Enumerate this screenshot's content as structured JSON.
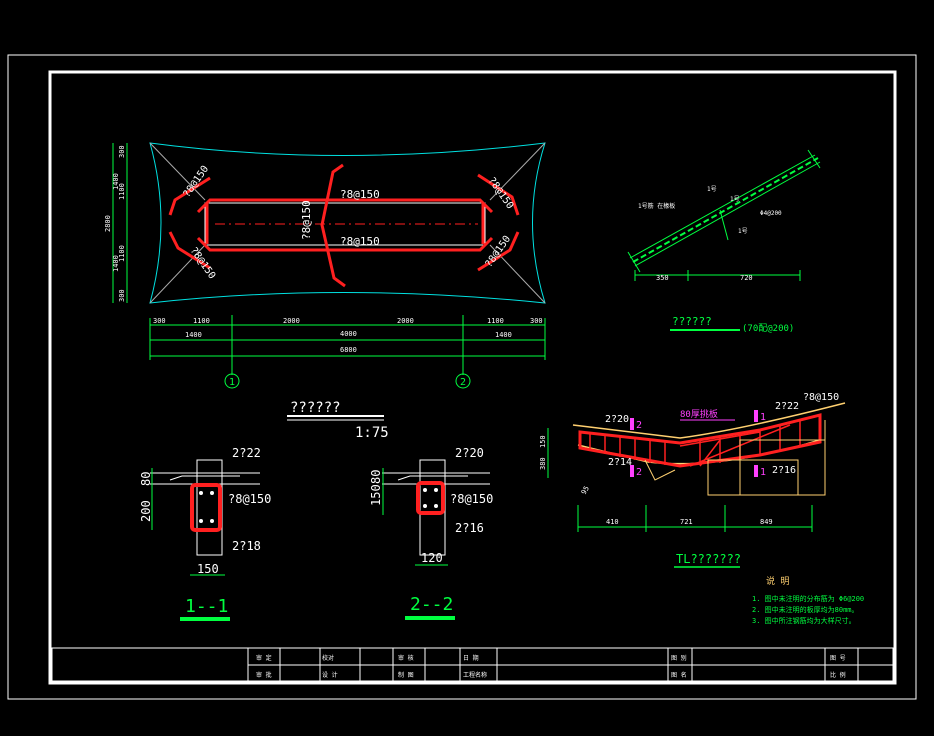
{
  "plan": {
    "title": "??????",
    "scale": "1:75",
    "rebar_top": "?8@150",
    "rebar_bottom": "?8@150",
    "rebar_mid": "?8@150",
    "corner_rebar": "?8@150",
    "dims_top": [
      "300",
      "1100",
      "2000",
      "4000",
      "2000",
      "1100",
      "300"
    ],
    "dims_row2": [
      "1400",
      "1400"
    ],
    "dim_total": "6800",
    "dims_left": [
      "300",
      "1400",
      "1100",
      "2800",
      "1100",
      "1400",
      "300"
    ],
    "axis_1": "1",
    "axis_2": "2"
  },
  "detail_small": {
    "title": "??????",
    "subtitle": "(70配@200)",
    "dims": [
      "350",
      "720"
    ],
    "label_a": "1号",
    "label_b": "1号筋 在椽板",
    "label_c": "1号",
    "label_d": "Φ4@200",
    "label_e": "1号"
  },
  "section1": {
    "title": "1--1",
    "top_bar": "2?22",
    "stirrup": "?8@150",
    "bottom_bar": "2?18",
    "dim_w": "150",
    "dim_h1": "80",
    "dim_h2": "200"
  },
  "section2": {
    "title": "2--2",
    "top_bar": "2?20",
    "stirrup": "?8@150",
    "bottom_bar": "2?16",
    "dim_w": "120",
    "dim_h1": "80",
    "dim_h2": "150"
  },
  "beam": {
    "title": "TL???????",
    "top_left": "2?20",
    "mark_2a": "2",
    "label_mid": "80厚挑板",
    "mark_1a": "1",
    "top_right": "2?22",
    "stirrup": "?8@150",
    "left_bar": "2?14",
    "mark_2b": "2",
    "mark_1b": "1",
    "right_bar": "2?16",
    "dims": [
      "410",
      "721",
      "849"
    ],
    "dim_v1": "150",
    "dim_v2": "380",
    "dim_v3": "95"
  },
  "notes": {
    "heading": "说 明",
    "items": [
      "1. 图中未注明的分布筋为     Φ6@200",
      "2. 图中未注明的板厚均为80mm。",
      "3. 图中所注钢筋均为大样尺寸。"
    ]
  },
  "titleblock": {
    "cells": [
      "审 定",
      "校对",
      "审 核",
      "图 别",
      "图 号",
      "审 批",
      "设 计",
      "制 图",
      "工程名称",
      "图 名",
      "日 期",
      "比 例"
    ]
  },
  "colors": {
    "frame": "#ffffff",
    "rebar": "#ff2020",
    "outline": "#00e0e0",
    "dimension": "#00ff40",
    "text": "#ffffff",
    "label": "#ff40ff",
    "beam": "#ffd070"
  }
}
